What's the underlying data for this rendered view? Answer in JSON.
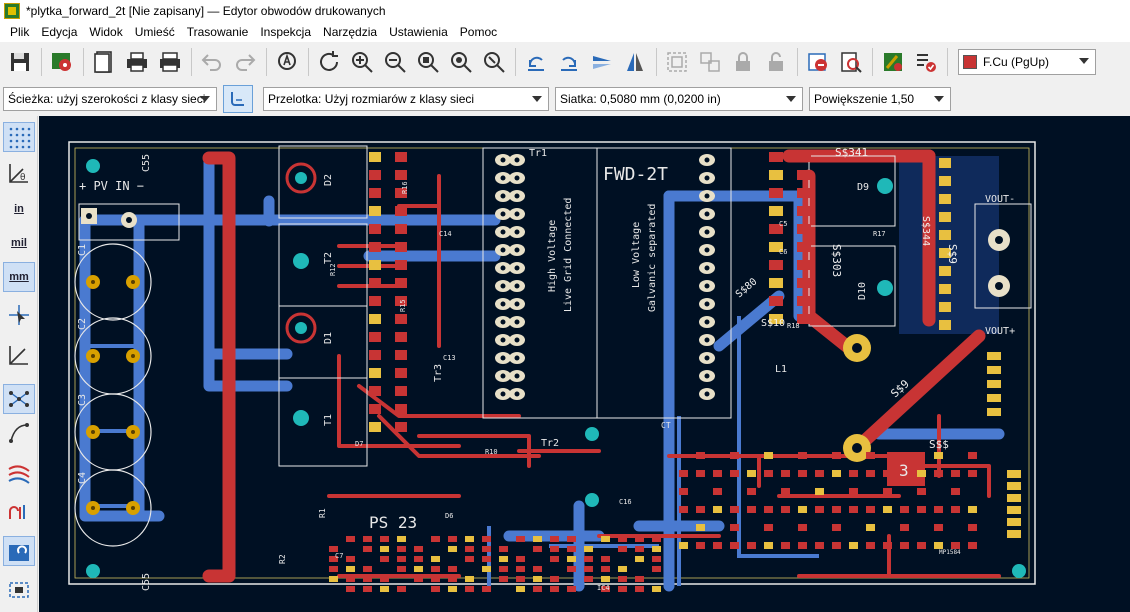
{
  "window": {
    "title": "*plytka_forward_2t [Nie zapisany] — Edytor obwodów drukowanych"
  },
  "menu": [
    "Plik",
    "Edycja",
    "Widok",
    "Umieść",
    "Trasowanie",
    "Inspekcja",
    "Narzędzia",
    "Ustawienia",
    "Pomoc"
  ],
  "toolbar": {
    "layer": "F.Cu (PgUp)",
    "layer_color": "#c83434"
  },
  "toolbar2": {
    "track": "Ścieżka: użyj szerokości z klasy sieci",
    "via": "Przelotka: Użyj rozmiarów z klasy sieci",
    "grid": "Siatka: 0,5080 mm (0,0200 in)",
    "zoom": "Powiększenie 1,50"
  },
  "left_toolbar": {
    "in": "in",
    "mil": "mil",
    "mm": "mm"
  },
  "board": {
    "labels": {
      "pv_in": "+ PV IN −",
      "c55_top": "C55",
      "c55_bottom": "C55",
      "c1": "C1",
      "c2": "C2",
      "c3": "C3",
      "c4": "C4",
      "d2": "D2",
      "d1": "D1",
      "t1": "T1",
      "t2": "T2",
      "tr1": "Tr1",
      "tr2": "Tr2",
      "tr3": "Tr3",
      "fwd": "FWD-2T",
      "hv1": "High Voltage",
      "hv2": "Live Grid Connected",
      "lv1": "Low Voltage",
      "lv2": "Galvanic separated",
      "d9": "D9",
      "d10": "D10",
      "l1": "L1",
      "vout_minus": "VOUT-",
      "vout_plus": "VOUT+",
      "net_341": "S$341",
      "net_303": "S$303",
      "net_344": "S$344",
      "net_9a": "S$9",
      "net_9b": "S$9",
      "net_10": "S$10",
      "net_80": "S$80",
      "net_ss": "S$$",
      "ps": "PS 23",
      "r1": "R1",
      "r2": "R2",
      "r10": "R10",
      "r15": "R15",
      "r17": "R17",
      "r18": "R18",
      "c5": "C5",
      "c6": "C6",
      "c7": "C7",
      "c13": "C13",
      "c14": "C14",
      "c16": "C16",
      "d6": "D6",
      "d7": "D7",
      "ic4": "IC4",
      "mp": "MP1584",
      "ct": "CT",
      "three": "3",
      "r16": "R16",
      "r12": "R12"
    }
  }
}
